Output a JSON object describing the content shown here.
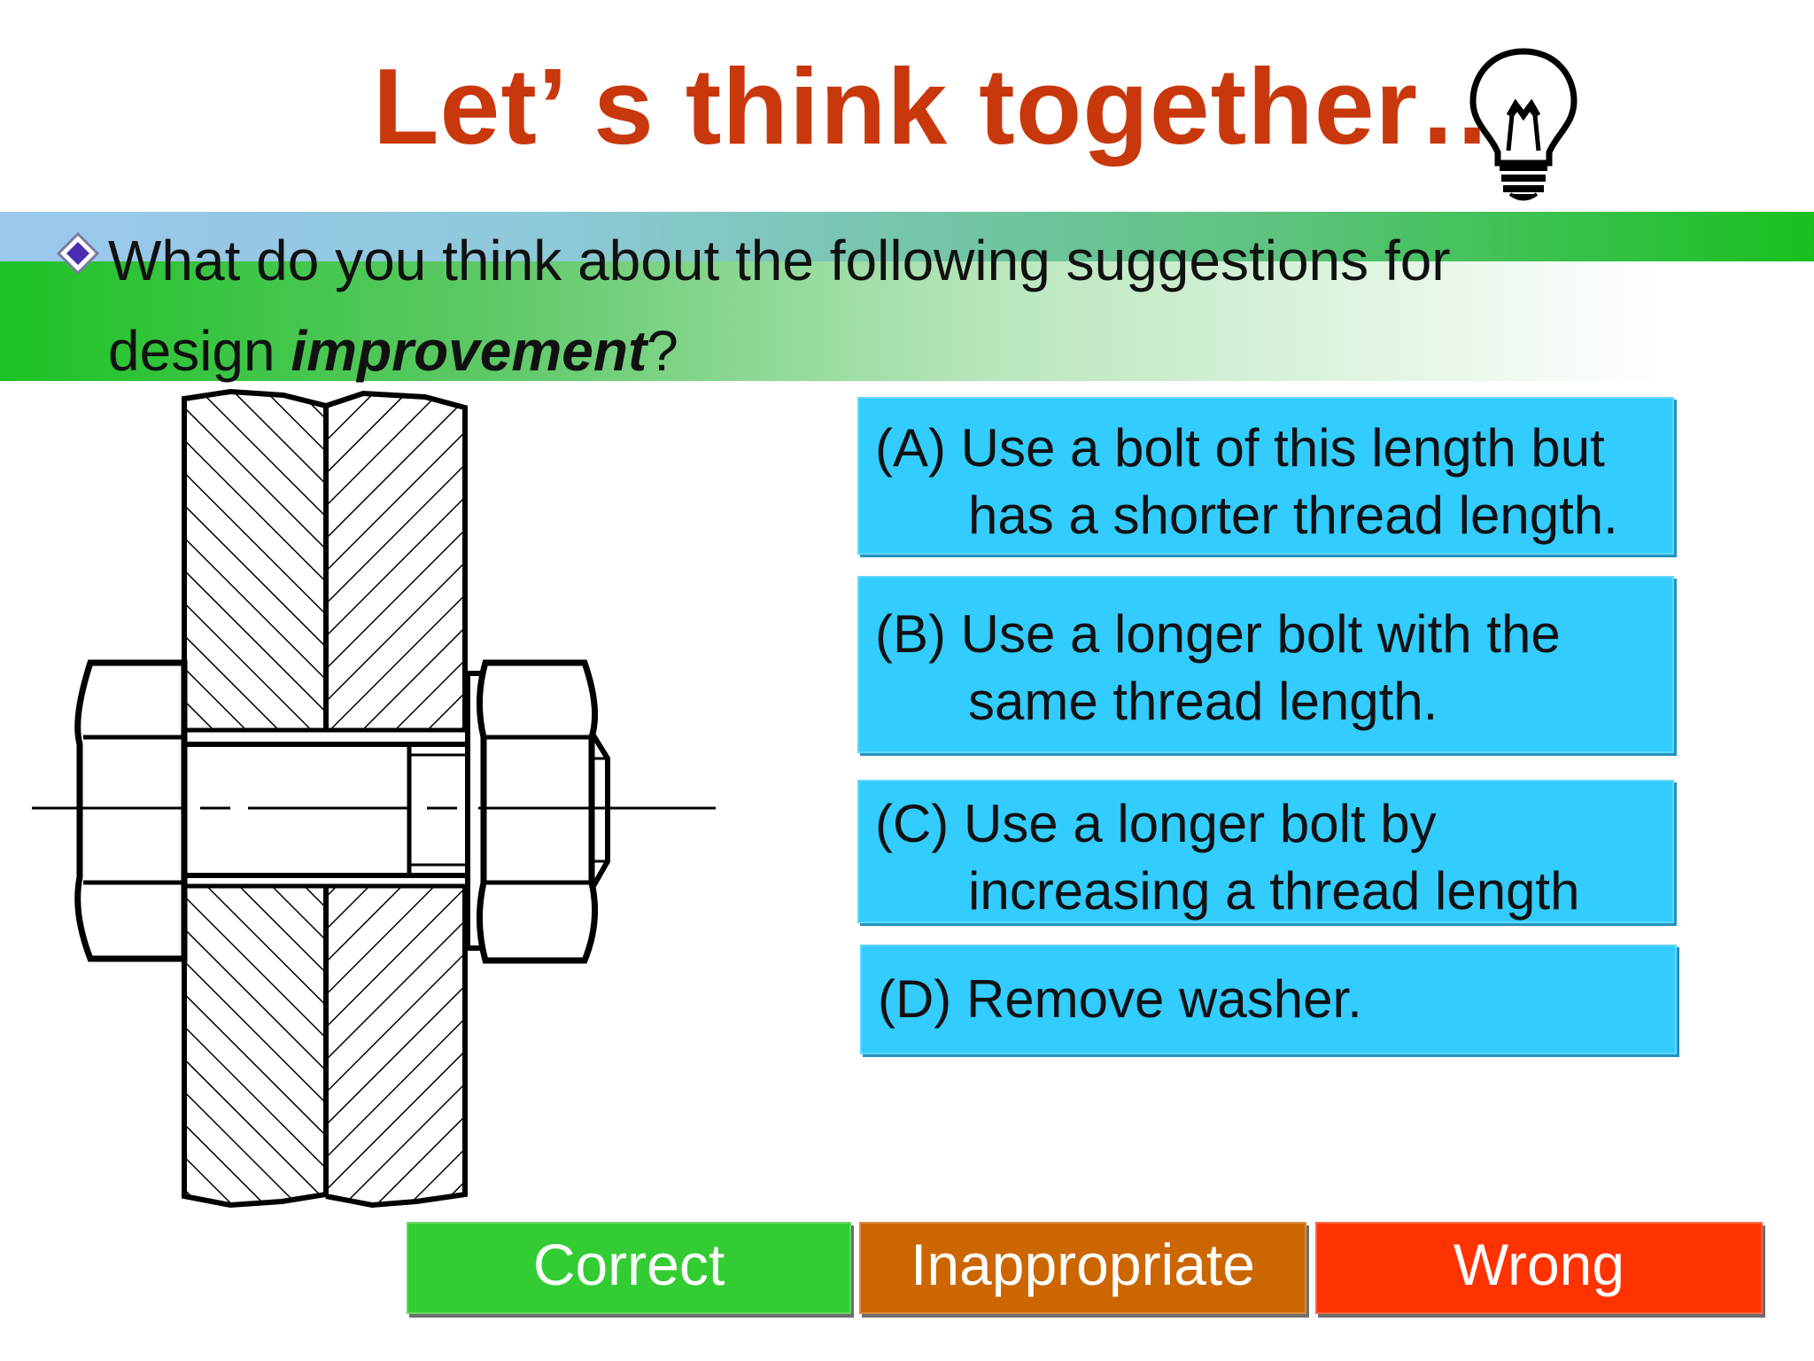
{
  "slide": {
    "title": "Let’ s think together…",
    "question": {
      "line1": "What do you think about the following suggestions for",
      "line2_prefix": "design ",
      "line2_emphasis": "improvement",
      "line2_suffix": "?"
    }
  },
  "options": [
    {
      "label_line1": "(A) Use a bolt of this length but",
      "label_line2": "has a shorter thread length."
    },
    {
      "label_line1": "(B) Use a longer bolt with the",
      "label_line2": "same thread length."
    },
    {
      "label_line1": "(C) Use a longer bolt by",
      "label_line2": "increasing a thread length"
    },
    {
      "label_line1": "(D) Remove washer."
    }
  ],
  "answers": {
    "correct": "Correct",
    "inappropriate": "Inappropriate",
    "wrong": "Wrong"
  },
  "colors": {
    "title": "#c8380c",
    "option_bg": "#33ccff",
    "correct": "#33cc33",
    "inappropriate": "#cc6600",
    "wrong": "#ff3300",
    "bullet": "#4a2cb0"
  },
  "icons": {
    "title_icon": "lightbulb-icon",
    "bullet_icon": "diamond-bullet-icon"
  }
}
